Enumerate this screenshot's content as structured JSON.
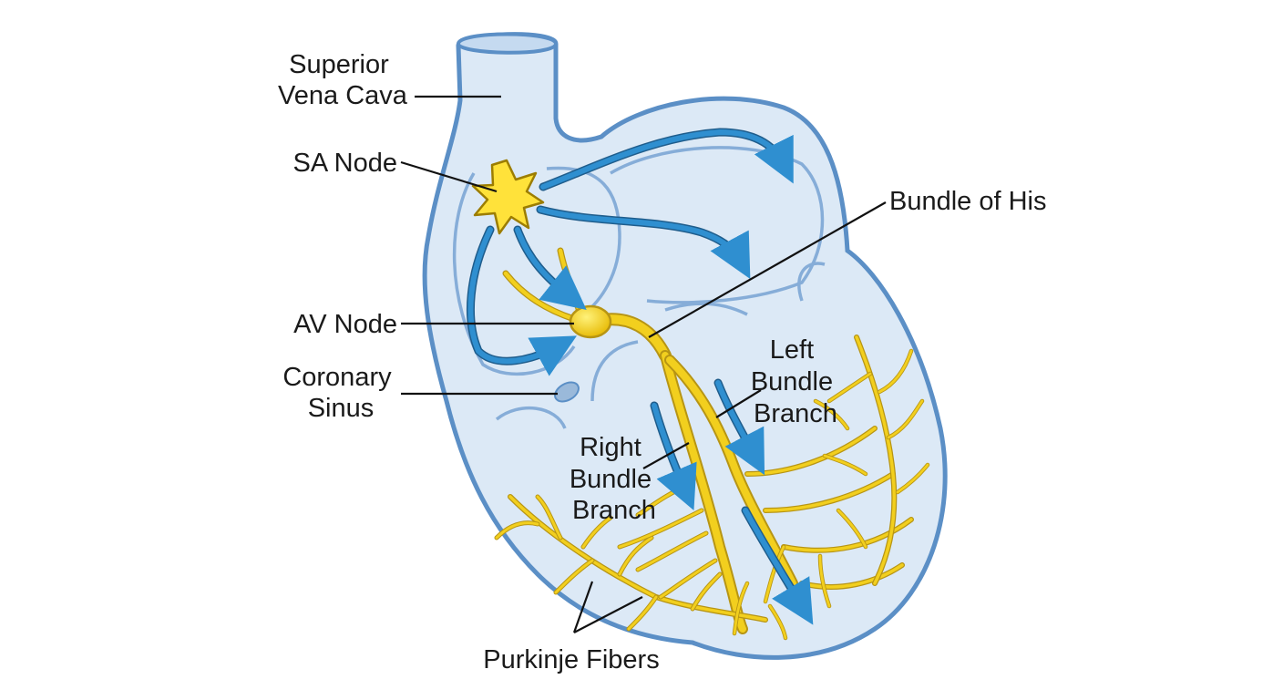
{
  "labels": {
    "superior_vena_cava_line1": "Superior",
    "superior_vena_cava_line2": "Vena Cava",
    "sa_node": "SA Node",
    "av_node": "AV Node",
    "coronary_sinus_line1": "Coronary",
    "coronary_sinus_line2": "Sinus",
    "bundle_of_his": "Bundle of His",
    "left_bundle_branch_line1": "Left",
    "left_bundle_branch_line2": "Bundle",
    "left_bundle_branch_line3": "Branch",
    "right_bundle_branch_line1": "Right",
    "right_bundle_branch_line2": "Bundle",
    "right_bundle_branch_line3": "Branch",
    "purkinje_fibers": "Purkinje Fibers"
  },
  "colors": {
    "heart_fill": "#dce9f6",
    "heart_outline": "#5b8fc6",
    "conduction_path": "#f2cf1e",
    "signal_arrows": "#2f8fd0",
    "label_text": "#1a1a1a"
  }
}
